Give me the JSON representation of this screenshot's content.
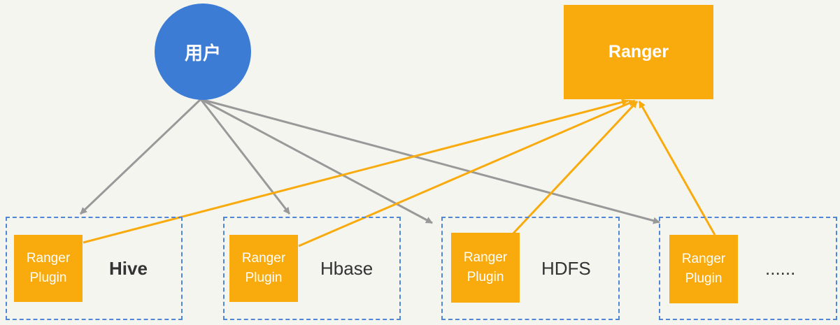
{
  "nodes": {
    "user": "用户",
    "ranger": "Ranger"
  },
  "plugin": {
    "line1": "Ranger",
    "line2": "Plugin"
  },
  "services": [
    {
      "label": "Hive"
    },
    {
      "label": "Hbase"
    },
    {
      "label": "HDFS"
    },
    {
      "label": "......"
    }
  ],
  "colors": {
    "user_node": "#3d7cd4",
    "ranger_node": "#f9aa0d",
    "user_arrows": "#999999",
    "plugin_arrows": "#f9aa0d",
    "dashed_border": "#4f86d8"
  }
}
